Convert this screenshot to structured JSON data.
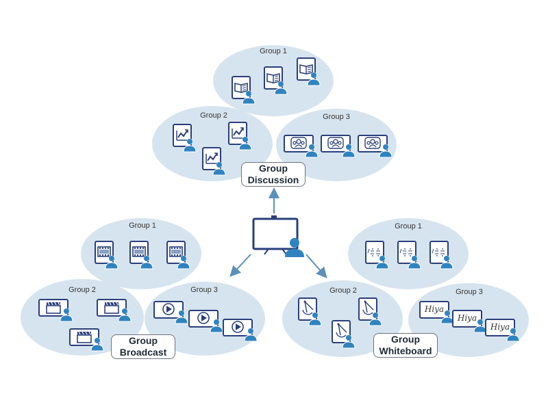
{
  "colors": {
    "cluster": "#d6e4ef",
    "device": "#2a3f7a",
    "person": "#2f84c0",
    "arrow": "#5b91ba"
  },
  "presenter": {
    "icon": "projector-screen-with-teacher"
  },
  "modes": [
    {
      "id": "discussion",
      "label_line1": "Group",
      "label_line2": "Discussion",
      "icon": "book",
      "groups": [
        {
          "label": "Group 1",
          "icon": "book"
        },
        {
          "label": "Group 2",
          "icon": "chart"
        },
        {
          "label": "Group 3",
          "icon": "people"
        }
      ]
    },
    {
      "id": "broadcast",
      "label_line1": "Group",
      "label_line2": "Broadcast",
      "groups": [
        {
          "label": "Group 1",
          "icon": "film"
        },
        {
          "label": "Group 2",
          "icon": "clapper"
        },
        {
          "label": "Group 3",
          "icon": "play"
        }
      ]
    },
    {
      "id": "whiteboard",
      "label_line1": "Group",
      "label_line2": "Whiteboard",
      "groups": [
        {
          "label": "Group 1",
          "icon": "math"
        },
        {
          "label": "Group 2",
          "icon": "compass"
        },
        {
          "label": "Group 3",
          "icon": "handwriting",
          "handwriting_text": "Hiya"
        }
      ]
    }
  ]
}
